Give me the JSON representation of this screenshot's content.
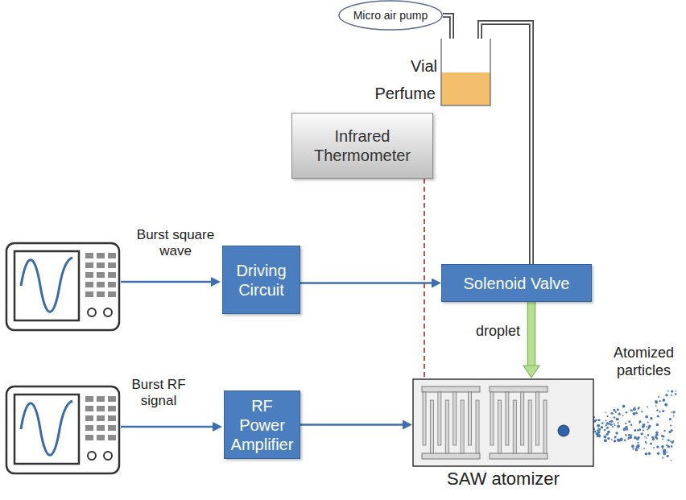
{
  "diagram": {
    "nodes": [
      {
        "text": [
          "Micro air pump"
        ]
      },
      {
        "text": [
          "Vial",
          "Perfume"
        ]
      },
      {
        "text": [
          "Infrared Thermometer"
        ]
      },
      {
        "text": [
          "Driving Circuit"
        ]
      },
      {
        "text": [
          "Solenoid Valve"
        ]
      },
      {
        "text": [
          "RF Power Amplifier"
        ]
      },
      {
        "text": [
          "SAW atomizer"
        ]
      }
    ],
    "edges": [
      {
        "from": 0,
        "to": 1,
        "arrow": "none"
      },
      {
        "from": 1,
        "to": 4,
        "arrow": "none"
      },
      {
        "from": 3,
        "to": 4,
        "arrow": "to"
      },
      {
        "from": 4,
        "to": 6,
        "label": "droplet",
        "arrow": "to"
      },
      {
        "from": 5,
        "to": 6,
        "arrow": "to"
      },
      {
        "from": 2,
        "to": 6,
        "arrow": "none"
      }
    ],
    "labels": [
      "Burst square wave",
      "Burst RF signal",
      "Atomized particles"
    ]
  }
}
